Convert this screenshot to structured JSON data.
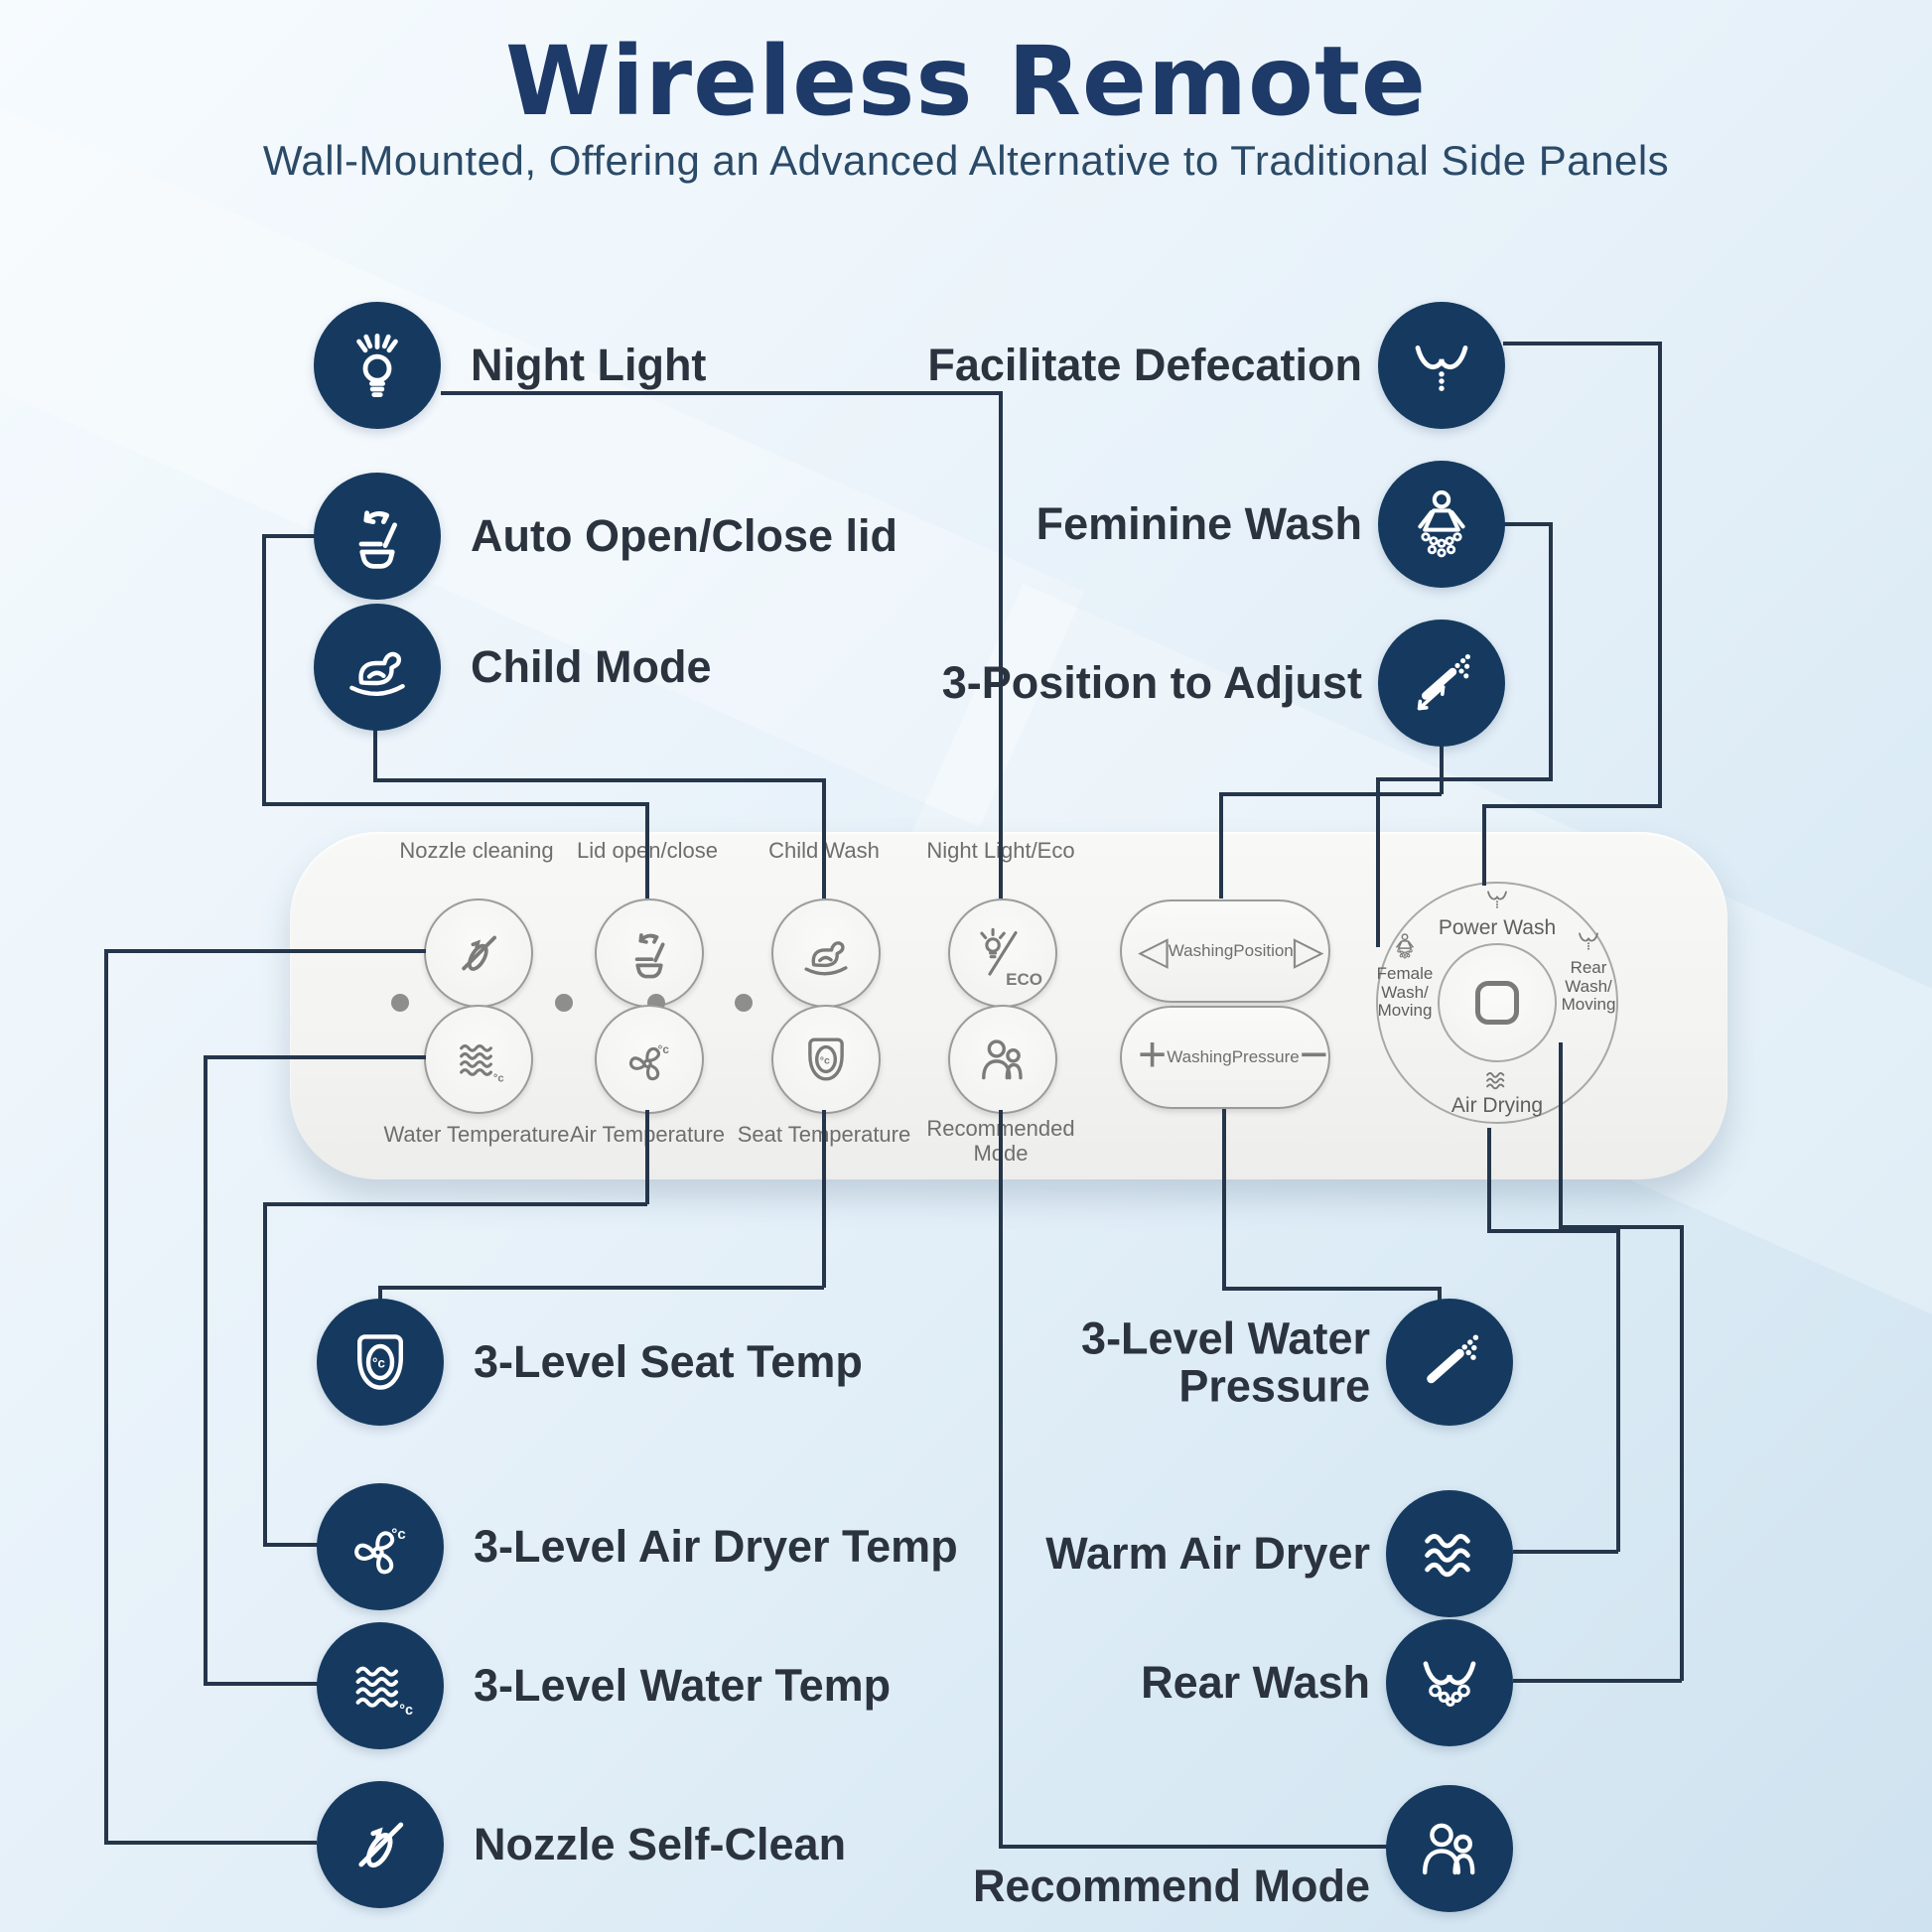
{
  "header": {
    "title": "Wireless Remote",
    "subtitle": "Wall-Mounted, Offering an Advanced Alternative to Traditional Side Panels"
  },
  "features": {
    "top_left": [
      {
        "label": "Night Light",
        "icon": "night-light-icon"
      },
      {
        "label": "Auto Open/Close lid",
        "icon": "auto-lid-icon"
      },
      {
        "label": "Child Mode",
        "icon": "child-mode-icon"
      }
    ],
    "top_right": [
      {
        "label": "Facilitate Defecation",
        "icon": "facilitate-defecation-icon"
      },
      {
        "label": "Feminine Wash",
        "icon": "feminine-wash-icon"
      },
      {
        "label": "3-Position to Adjust",
        "icon": "position-adjust-icon"
      }
    ],
    "bottom_left": [
      {
        "label": "3-Level Seat Temp",
        "icon": "seat-temp-icon"
      },
      {
        "label": "3-Level Air Dryer Temp",
        "icon": "air-dryer-temp-icon"
      },
      {
        "label": "3-Level Water Temp",
        "icon": "water-temp-icon"
      },
      {
        "label": "Nozzle Self-Clean",
        "icon": "nozzle-self-clean-icon"
      }
    ],
    "bottom_right": [
      {
        "label": "3-Level Water\nPressure",
        "icon": "water-pressure-icon"
      },
      {
        "label": "Warm Air Dryer",
        "icon": "warm-air-dryer-icon"
      },
      {
        "label": "Rear Wash",
        "icon": "rear-wash-icon"
      },
      {
        "label": "Recommend Mode",
        "icon": "recommend-mode-icon"
      }
    ]
  },
  "remote": {
    "buttons": {
      "nozzle_cleaning": "Nozzle cleaning",
      "lid_open_close": "Lid open/close",
      "child_wash": "Child Wash",
      "night_light_eco": "Night Light/Eco",
      "eco_text": "ECO",
      "water_temperature": "Water Temperature",
      "air_temperature": "Air Temperature",
      "seat_temperature": "Seat Temperature",
      "recommended_mode": "Recommended\nMode"
    },
    "pills": {
      "washing_position": "WashingPosition",
      "washing_pressure": "WashingPressure"
    },
    "dial": {
      "power_wash": "Power Wash",
      "female_wash": "Female\nWash/\nMoving",
      "rear_wash": "Rear\nWash/\nMoving",
      "air_drying": "Air Drying"
    }
  }
}
